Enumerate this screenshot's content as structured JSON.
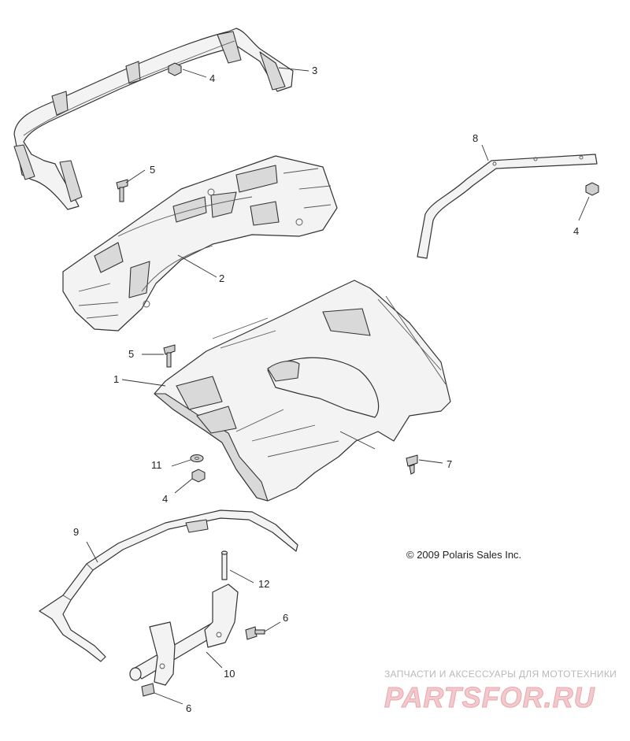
{
  "copyright": "© 2009 Polaris Sales Inc.",
  "watermark": {
    "tagline": "ЗАПЧАСТИ И АКСЕССУАРЫ ДЛЯ МОТОТЕХНИКИ",
    "brand": "PARTSFOR.RU"
  },
  "callouts": {
    "c1": "1",
    "c2": "2",
    "c3": "3",
    "c4a": "4",
    "c4b": "4",
    "c4c": "4",
    "c5a": "5",
    "c5b": "5",
    "c6a": "6",
    "c6b": "6",
    "c7": "7",
    "c8": "8",
    "c9": "9",
    "c10": "10",
    "c11": "11",
    "c12": "12"
  }
}
